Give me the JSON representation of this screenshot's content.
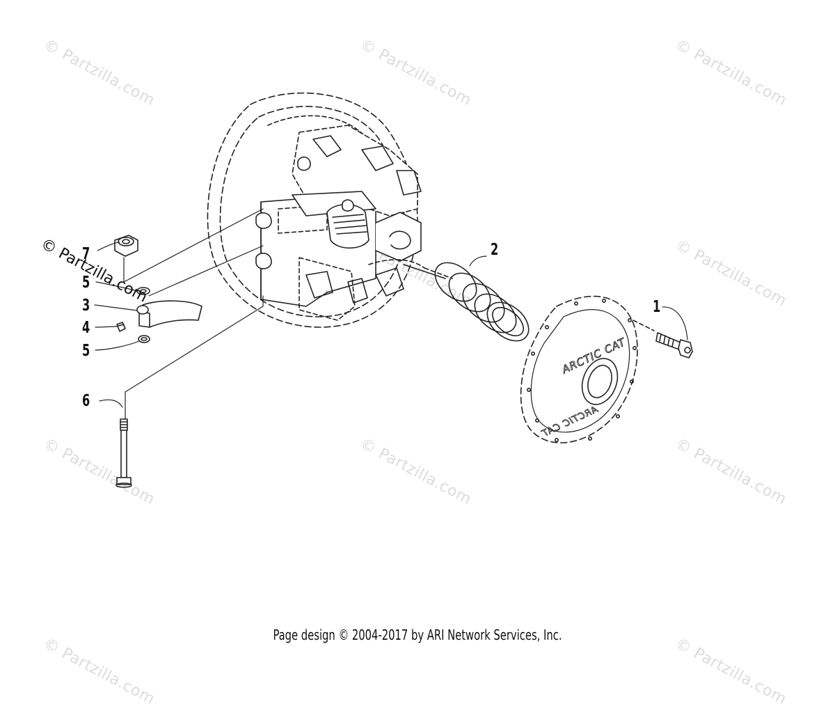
{
  "watermark": "© Partzilla.com",
  "footer": "Page design © 2004-2017 by ARI Network Services, Inc.",
  "callouts": [
    "1",
    "2",
    "3",
    "4",
    "5",
    "5",
    "6",
    "7"
  ],
  "logo_text": "ARCTIC CAT"
}
